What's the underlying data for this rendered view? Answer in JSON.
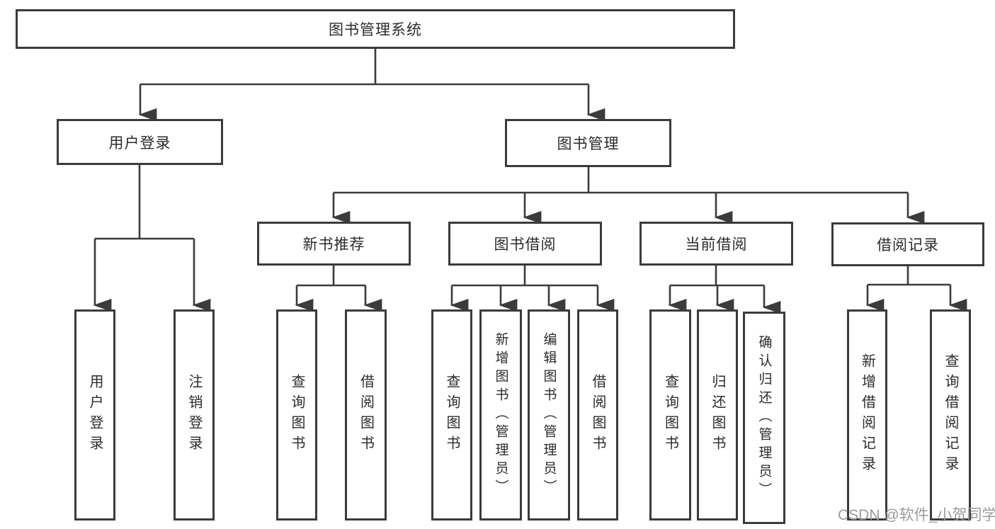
{
  "diagram": {
    "type": "function-structure-tree",
    "title": "图书管理系统"
  },
  "colors": {
    "line": "#3b3b3b",
    "border": "#3b3b3b",
    "text": "#2b2b2b",
    "background": "#ffffff",
    "watermark": "#9b9b9b"
  },
  "nodes": {
    "root": {
      "label": "图书管理系统"
    },
    "user_login": {
      "label": "用户登录"
    },
    "book_mgmt": {
      "label": "图书管理"
    },
    "leaf_user_login": {
      "label": "用户登录"
    },
    "leaf_logout": {
      "label": "注销登录"
    },
    "new_book_rec": {
      "label": "新书推荐"
    },
    "book_borrow": {
      "label": "图书借阅"
    },
    "current_borrow": {
      "label": "当前借阅"
    },
    "borrow_records": {
      "label": "借阅记录"
    },
    "rec_query_books": {
      "label": "查询图书"
    },
    "rec_borrow_books": {
      "label": "借阅图书"
    },
    "bb_query_books": {
      "label": "查询图书"
    },
    "bb_add_books": {
      "label": "新增图书（管理员）"
    },
    "bb_edit_books": {
      "label": "编辑图书（管理员）"
    },
    "bb_borrow_books": {
      "label": "借阅图书"
    },
    "cb_query_books": {
      "label": "查询图书"
    },
    "cb_return_books": {
      "label": "归还图书"
    },
    "cb_confirm_return": {
      "label": "确认归还（管理员）"
    },
    "br_add_record": {
      "label": "新增借阅记录"
    },
    "br_query_record": {
      "label": "查询借阅记录"
    }
  },
  "edges": [
    [
      "root",
      "user_login"
    ],
    [
      "root",
      "book_mgmt"
    ],
    [
      "user_login",
      "leaf_user_login"
    ],
    [
      "user_login",
      "leaf_logout"
    ],
    [
      "book_mgmt",
      "new_book_rec"
    ],
    [
      "book_mgmt",
      "book_borrow"
    ],
    [
      "book_mgmt",
      "current_borrow"
    ],
    [
      "book_mgmt",
      "borrow_records"
    ],
    [
      "new_book_rec",
      "rec_query_books"
    ],
    [
      "new_book_rec",
      "rec_borrow_books"
    ],
    [
      "book_borrow",
      "bb_query_books"
    ],
    [
      "book_borrow",
      "bb_add_books"
    ],
    [
      "book_borrow",
      "bb_edit_books"
    ],
    [
      "book_borrow",
      "bb_borrow_books"
    ],
    [
      "current_borrow",
      "cb_query_books"
    ],
    [
      "current_borrow",
      "cb_return_books"
    ],
    [
      "current_borrow",
      "cb_confirm_return"
    ],
    [
      "borrow_records",
      "br_add_record"
    ],
    [
      "borrow_records",
      "br_query_record"
    ]
  ],
  "watermark": {
    "text": "CSDN @软件_小贺同学"
  }
}
